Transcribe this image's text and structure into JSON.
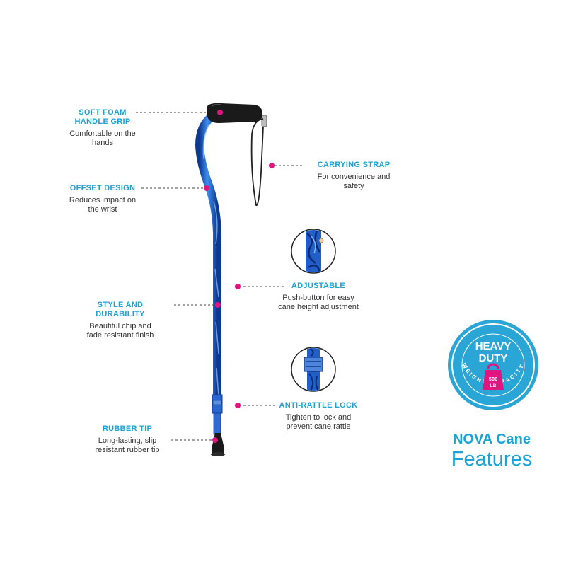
{
  "callouts": {
    "grip": {
      "title_l1": "SOFT FOAM",
      "title_l2": "HANDLE GRIP",
      "desc_l1": "Comfortable on the",
      "desc_l2": "hands"
    },
    "offset": {
      "title": "OFFSET DESIGN",
      "desc_l1": "Reduces impact on",
      "desc_l2": "the wrist"
    },
    "style": {
      "title_l1": "STYLE AND",
      "title_l2": "DURABILITY",
      "desc_l1": "Beautiful chip and",
      "desc_l2": "fade resistant finish"
    },
    "tip": {
      "title": "RUBBER TIP",
      "desc_l1": "Long-lasting, slip",
      "desc_l2": "resistant rubber tip"
    },
    "strap": {
      "title": "CARRYING STRAP",
      "desc_l1": "For convenience and",
      "desc_l2": "safety"
    },
    "adjust": {
      "title": "ADJUSTABLE",
      "desc_l1": "Push-button for easy",
      "desc_l2": "cane height adjustment"
    },
    "rattle": {
      "title": "ANTI-RATTLE LOCK",
      "desc_l1": "Tighten to lock and",
      "desc_l2": "prevent cane rattle"
    }
  },
  "badge": {
    "line1": "HEAVY",
    "line2": "DUTY",
    "weight_value": "500",
    "weight_unit": "LB",
    "ring_text": "WEIGHT CAPACITY"
  },
  "caption": {
    "line1": "NOVA Cane",
    "line2": "Features"
  },
  "colors": {
    "accent_blue": "#1ba3d6",
    "dot_magenta": "#e0157f",
    "cane_blue": "#1f5fc7",
    "grip_black": "#1a1a1a"
  }
}
